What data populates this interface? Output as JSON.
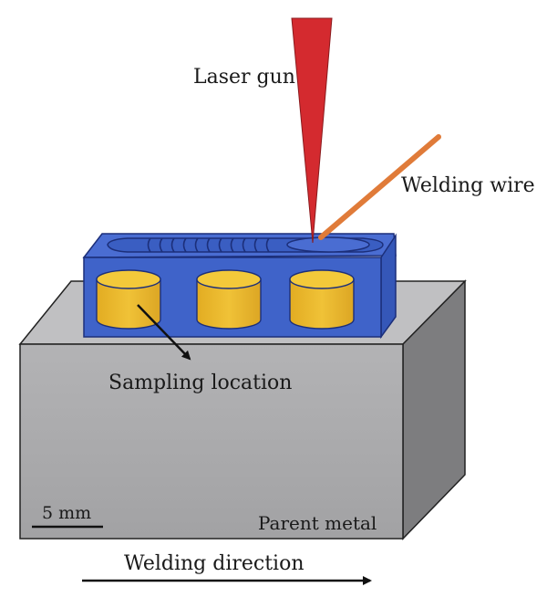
{
  "labels": {
    "laser_gun": "Laser gun",
    "welding_wire": "Welding wire",
    "sampling_location": "Sampling location",
    "scale_bar": "5 mm",
    "parent_metal": "Parent metal",
    "welding_direction": "Welding direction"
  },
  "colors": {
    "laser_beam": "#d42a2f",
    "welding_wire": "#e07b39",
    "weld_block": "#3f63c9",
    "weld_block_outline": "#1c2f7a",
    "sample": "#e8b62c",
    "sample_top": "#f3c93a",
    "parent_front": "#a7a7a9",
    "parent_top": "#bdbdbf",
    "parent_side": "#7e7e80",
    "arrow": "#111111"
  }
}
